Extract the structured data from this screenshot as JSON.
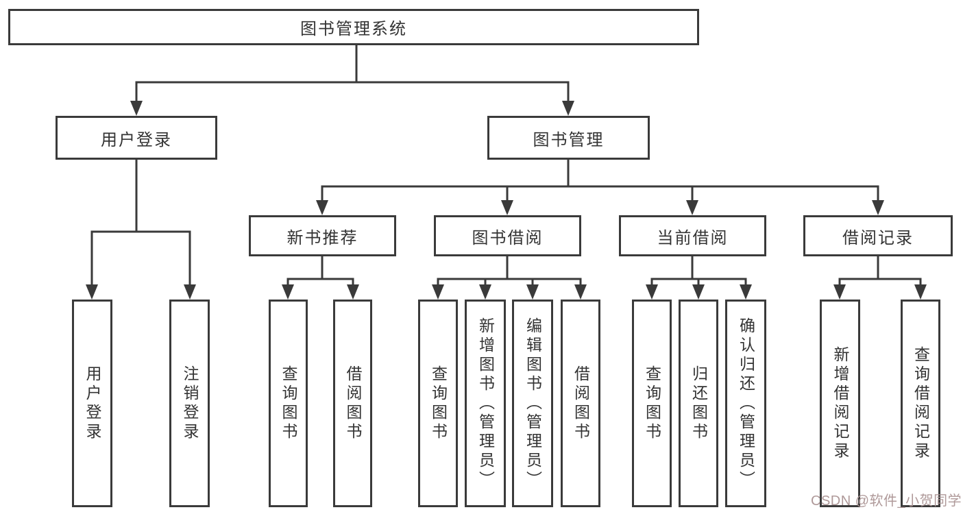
{
  "diagram": {
    "root": {
      "label": "图书管理系统"
    },
    "level2": [
      {
        "label": "用户登录"
      },
      {
        "label": "图书管理"
      }
    ],
    "level3": [
      {
        "label": "新书推荐"
      },
      {
        "label": "图书借阅"
      },
      {
        "label": "当前借阅"
      },
      {
        "label": "借阅记录"
      }
    ],
    "leaves": [
      {
        "label": "用户登录"
      },
      {
        "label": "注销登录"
      },
      {
        "label": "查询图书"
      },
      {
        "label": "借阅图书"
      },
      {
        "label": "查询图书"
      },
      {
        "label": "新增图书（管理员）"
      },
      {
        "label": "编辑图书（管理员）"
      },
      {
        "label": "借阅图书"
      },
      {
        "label": "查询图书"
      },
      {
        "label": "归还图书"
      },
      {
        "label": "确认归还（管理员）"
      },
      {
        "label": "新增借阅记录"
      },
      {
        "label": "查询借阅记录"
      }
    ],
    "watermark": "CSDN @软件_小贺同学",
    "colors": {
      "line": "#3a3a3a",
      "text": "#333333",
      "background": "#ffffff",
      "watermark": "#ab9494"
    }
  }
}
